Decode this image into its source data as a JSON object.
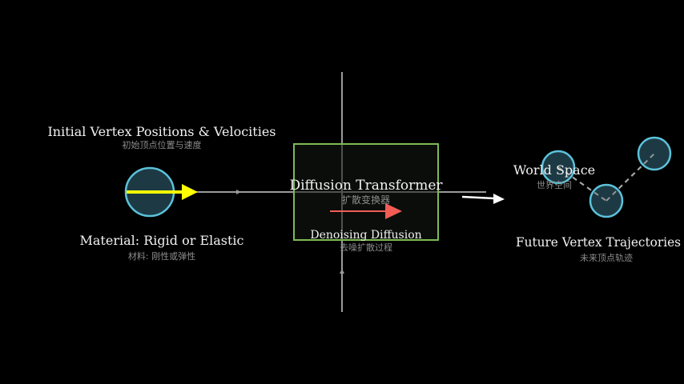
{
  "colors": {
    "background": "#000000",
    "axis": "#9a9a9a",
    "node_fill": "#1d3a44",
    "node_stroke": "#5bc2da",
    "velocity_arrow": "#ffff00",
    "box_stroke": "#7dbb55",
    "denoise_arrow": "#f25c54",
    "output_arrow": "#ffffff",
    "trajectory_link": "#a8a8a8"
  },
  "labels": {
    "initial_title": "Initial Vertex Positions & Velocities",
    "initial_sub": "初始顶点位置与速度",
    "material_title": "Material: Rigid or Elastic",
    "material_sub": "材料: 刚性或弹性",
    "transformer_title": "Diffusion Transformer",
    "transformer_sub": "扩散变换器",
    "denoise_title": "Denoising Diffusion",
    "denoise_sub": "去噪扩散过程",
    "world_title": "World Space",
    "world_sub": "世界空间",
    "future_title": "Future Vertex Trajectories",
    "future_sub": "未来顶点轨迹"
  }
}
